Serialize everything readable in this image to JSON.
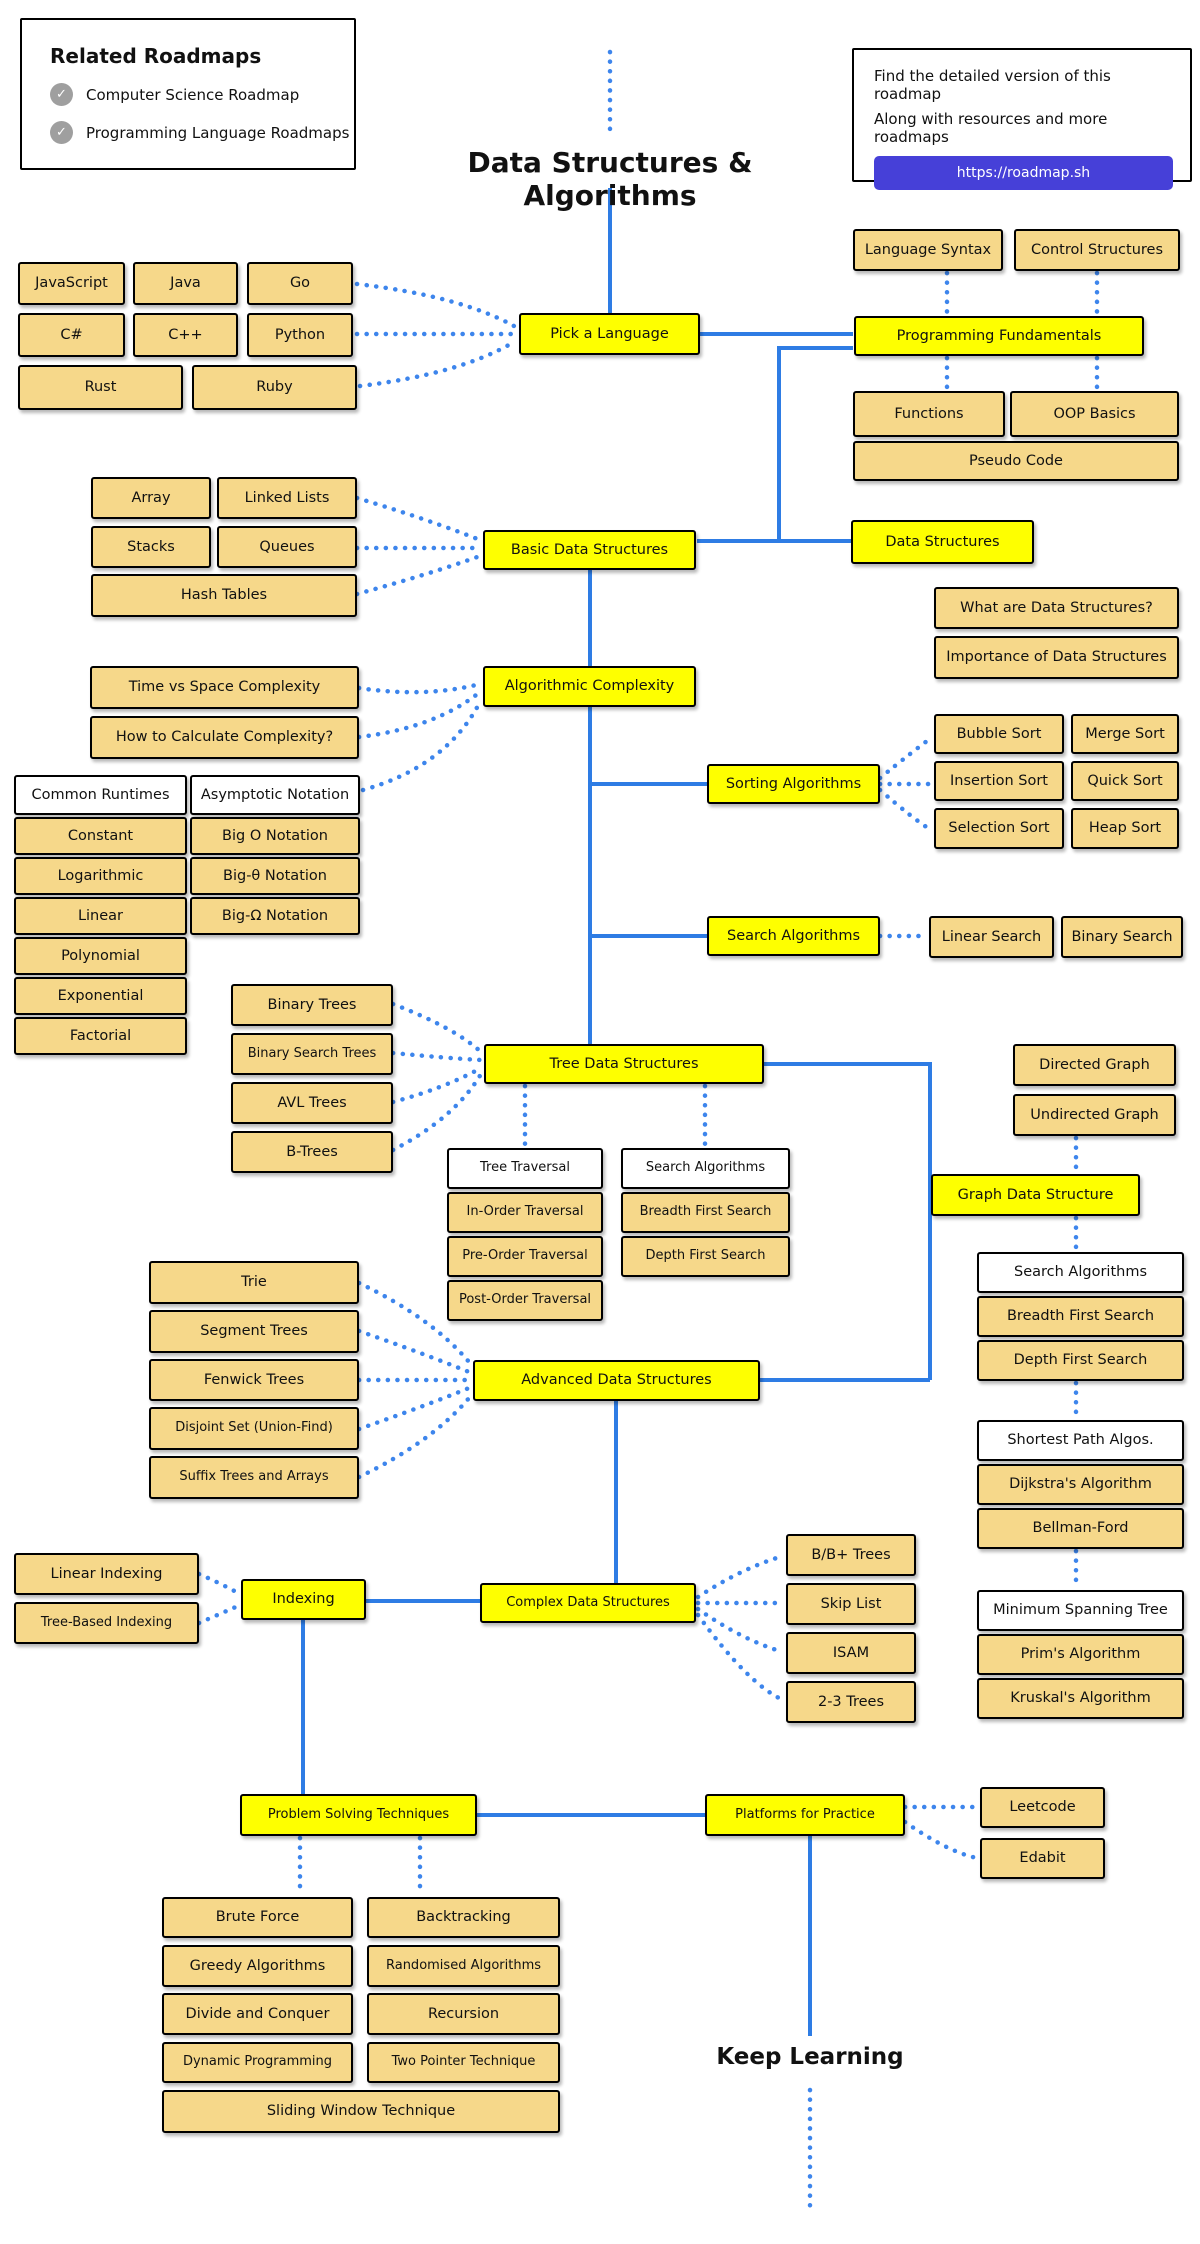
{
  "title": "Data Structures & Algorithms",
  "footer": "Keep Learning",
  "colors": {
    "topic": "#feff00",
    "subtopic": "#f6d88a",
    "connector": "#2e7ce4",
    "connector_dotted": "#3d85ec",
    "button_bg": "#4640d8"
  },
  "related": {
    "title": "Related Roadmaps",
    "items": [
      "Computer Science Roadmap",
      "Programming Language Roadmaps"
    ]
  },
  "info": {
    "line1": "Find the detailed version of this roadmap",
    "line2": "Along with resources and more roadmaps",
    "button_label": "https://roadmap.sh"
  },
  "topics": {
    "pick_a_language": "Pick a Language",
    "programming_fundamentals": "Programming Fundamentals",
    "basic_data_structures": "Basic Data Structures",
    "data_structures": "Data Structures",
    "algorithmic_complexity": "Algorithmic Complexity",
    "sorting_algorithms": "Sorting Algorithms",
    "search_algorithms": "Search Algorithms",
    "tree_data_structures": "Tree Data Structures",
    "graph_data_structure": "Graph Data Structure",
    "advanced_data_structures": "Advanced Data Structures",
    "complex_data_structures": "Complex Data Structures",
    "indexing": "Indexing",
    "problem_solving_techniques": "Problem Solving Techniques",
    "platforms_for_practice": "Platforms for Practice"
  },
  "languages": [
    "JavaScript",
    "Java",
    "Go",
    "C#",
    "C++",
    "Python",
    "Rust",
    "Ruby"
  ],
  "fundamentals": [
    "Language Syntax",
    "Control Structures",
    "Functions",
    "OOP Basics",
    "Pseudo Code"
  ],
  "basic_ds": [
    "Array",
    "Linked Lists",
    "Stacks",
    "Queues",
    "Hash Tables"
  ],
  "ds_topics": [
    "What are Data Structures?",
    "Importance of Data Structures"
  ],
  "complexity_topics": [
    "Time vs Space Complexity",
    "How to Calculate Complexity?"
  ],
  "runtimes": {
    "header": "Common Runtimes",
    "items": [
      "Constant",
      "Logarithmic",
      "Linear",
      "Polynomial",
      "Exponential",
      "Factorial"
    ]
  },
  "notations": {
    "header": "Asymptotic Notation",
    "items": [
      "Big O Notation",
      "Big-θ Notation",
      "Big-Ω Notation"
    ]
  },
  "sorting": [
    "Bubble Sort",
    "Merge Sort",
    "Insertion Sort",
    "Quick Sort",
    "Selection Sort",
    "Heap Sort"
  ],
  "searching": [
    "Linear Search",
    "Binary Search"
  ],
  "trees": [
    "Binary Trees",
    "Binary Search Trees",
    "AVL Trees",
    "B-Trees"
  ],
  "tree_traversal": {
    "header": "Tree Traversal",
    "items": [
      "In-Order Traversal",
      "Pre-Order Traversal",
      "Post-Order Traversal"
    ]
  },
  "tree_search": {
    "header": "Search Algorithms",
    "items": [
      "Breadth First Search",
      "Depth First Search"
    ]
  },
  "graphs": [
    "Directed Graph",
    "Undirected Graph"
  ],
  "graph_search": {
    "header": "Search Algorithms",
    "items": [
      "Breadth First Search",
      "Depth First Search"
    ]
  },
  "shortest_path": {
    "header": "Shortest Path Algos.",
    "items": [
      "Dijkstra's Algorithm",
      "Bellman-Ford"
    ]
  },
  "mst": {
    "header": "Minimum Spanning Tree",
    "items": [
      "Prim's Algorithm",
      "Kruskal's Algorithm"
    ]
  },
  "advanced_ds": [
    "Trie",
    "Segment Trees",
    "Fenwick Trees",
    "Disjoint Set (Union-Find)",
    "Suffix Trees and Arrays"
  ],
  "complex_ds": [
    "B/B+ Trees",
    "Skip List",
    "ISAM",
    "2-3 Trees"
  ],
  "indexing_types": [
    "Linear Indexing",
    "Tree-Based Indexing"
  ],
  "techniques": [
    "Brute Force",
    "Backtracking",
    "Greedy Algorithms",
    "Randomised Algorithms",
    "Divide and Conquer",
    "Recursion",
    "Dynamic Programming",
    "Two Pointer Technique",
    "Sliding Window Technique"
  ],
  "platforms": [
    "Leetcode",
    "Edabit"
  ]
}
